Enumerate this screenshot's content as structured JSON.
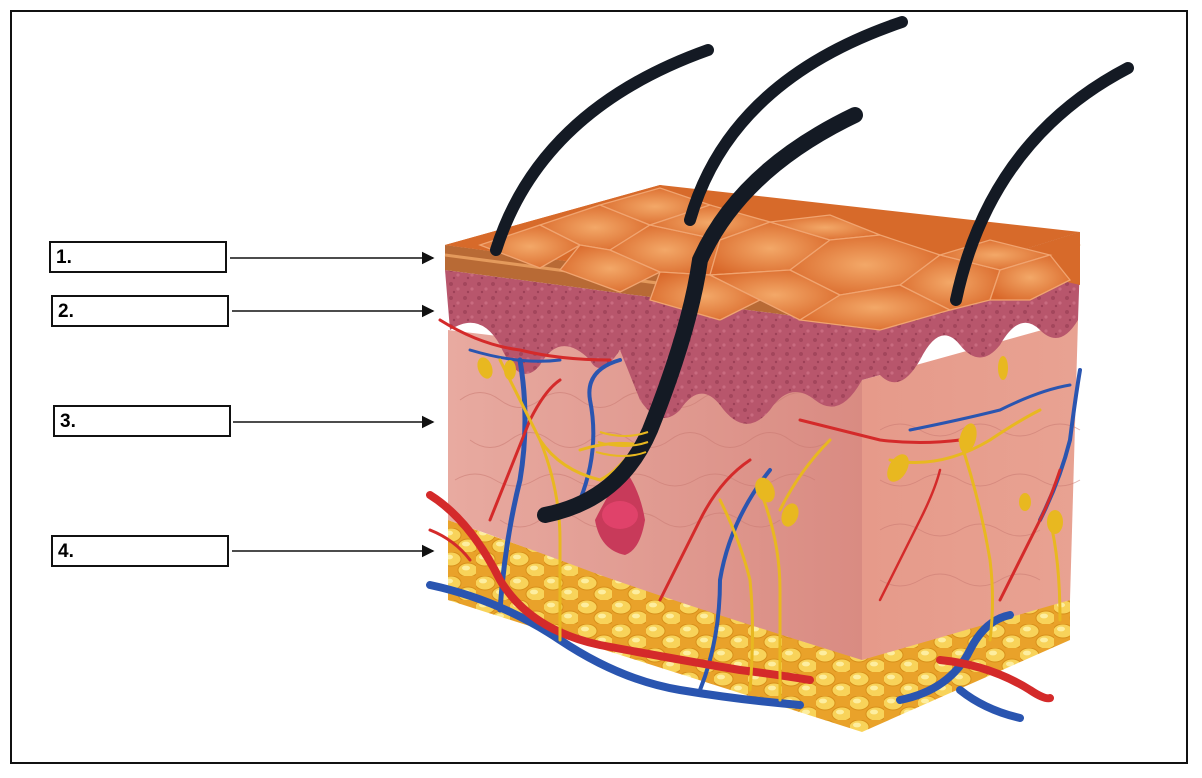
{
  "labels": [
    {
      "number": "1."
    },
    {
      "number": "2."
    },
    {
      "number": "3."
    },
    {
      "number": "4."
    }
  ],
  "colors": {
    "epidermis_top": "#e8813f",
    "stratum_corneum": "#b86a35",
    "epidermis_side": "#b45a6e",
    "dermis": "#e4a095",
    "hypodermis_fat": "#f4c33a",
    "artery": "#d42a2a",
    "vein": "#2a55b0",
    "nerve": "#e8b820",
    "hair": "#141a24"
  },
  "icons": [
    "skin-cross-section-illustration",
    "hair-icon",
    "arrow-icon"
  ]
}
